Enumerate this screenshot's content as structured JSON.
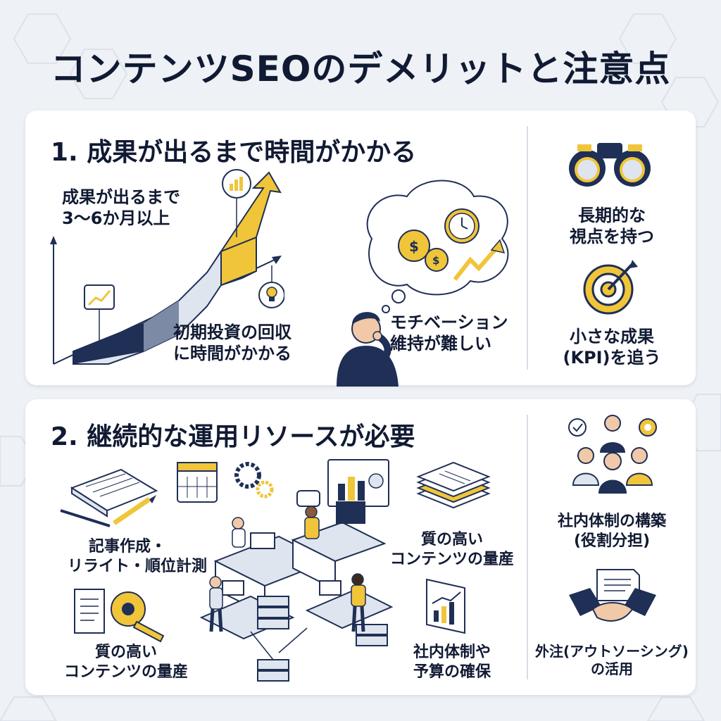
{
  "title": "コンテンツSEOのデメリットと注意点",
  "section1": {
    "heading": "1. 成果が出るまで時間がかかる",
    "chart_label_l1": "成果が出るまで",
    "chart_label_l2": "3〜6か月以上",
    "investment_l1": "初期投資の回収",
    "investment_l2": "に時間がかかる",
    "motivation_l1": "モチベーション",
    "motivation_l2": "維持が難しい",
    "tip1_l1": "長期的な",
    "tip1_l2": "視点を持つ",
    "tip2_l1": "小さな成果",
    "tip2_l2": "(KPI)を追う"
  },
  "section2": {
    "heading": "2. 継続的な運用リソースが必要",
    "task1_l1": "記事作成・",
    "task1_l2": "リライト・順位計測",
    "task2_l1": "質の高い",
    "task2_l2": "コンテンツの量産",
    "task3_l1": "質の高い",
    "task3_l2": "コンテンツの量産",
    "task4_l1": "社内体制や",
    "task4_l2": "予算の確保",
    "tip1_l1": "社内体制の構築",
    "tip1_l2": "(役割分担)",
    "tip2_l1": "外注(アウトソーシング)",
    "tip2_l2": "の活用"
  },
  "colors": {
    "navy": "#1f2f55",
    "gold": "#f0c53a",
    "light": "#dfe5ef"
  }
}
